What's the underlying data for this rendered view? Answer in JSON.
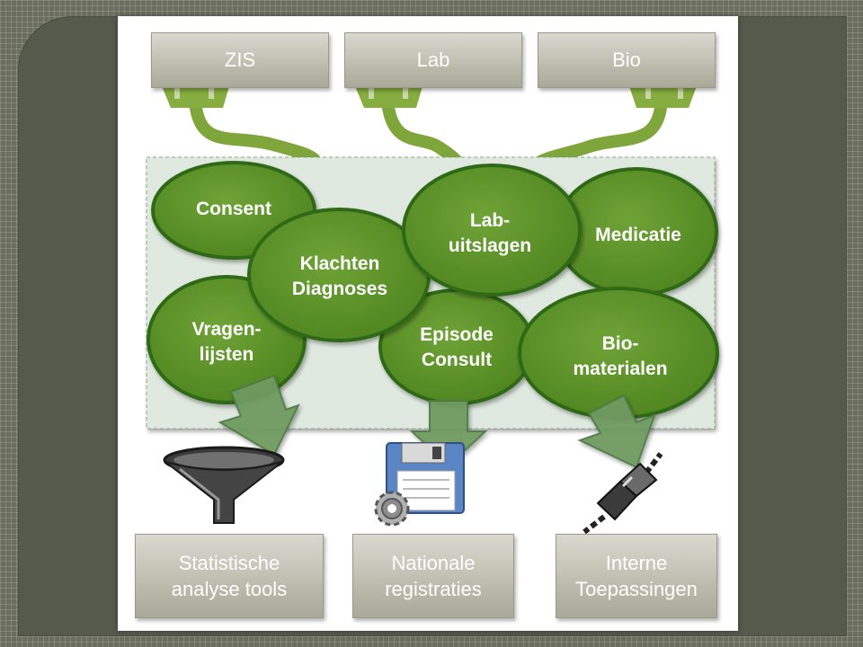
{
  "sources": [
    {
      "label": "ZIS"
    },
    {
      "label": "Lab"
    },
    {
      "label": "Bio"
    }
  ],
  "topics": [
    {
      "label": "Consent"
    },
    {
      "label": "Klachten\nDiagnoses"
    },
    {
      "label": "Lab-\nuitslagen"
    },
    {
      "label": "Medicatie"
    },
    {
      "label": "Vragen-\nlijsten"
    },
    {
      "label": "Episode\nConsult"
    },
    {
      "label": "Bio-\nmaterialen"
    }
  ],
  "outputs": [
    {
      "label": "Statistische\nanalyse tools",
      "icon": "funnel-icon"
    },
    {
      "label": "Nationale\nregistraties",
      "icon": "floppy-disk-gear-icon"
    },
    {
      "label": "Interne\nToepassingen",
      "icon": "plug-connector-icon"
    }
  ],
  "colors": {
    "ellipse_fill": "#5b8f26",
    "ellipse_border": "#2f6b12",
    "cable": "#7fa63a",
    "arrow": "#6e9a5e",
    "container": "#dfe9df"
  }
}
